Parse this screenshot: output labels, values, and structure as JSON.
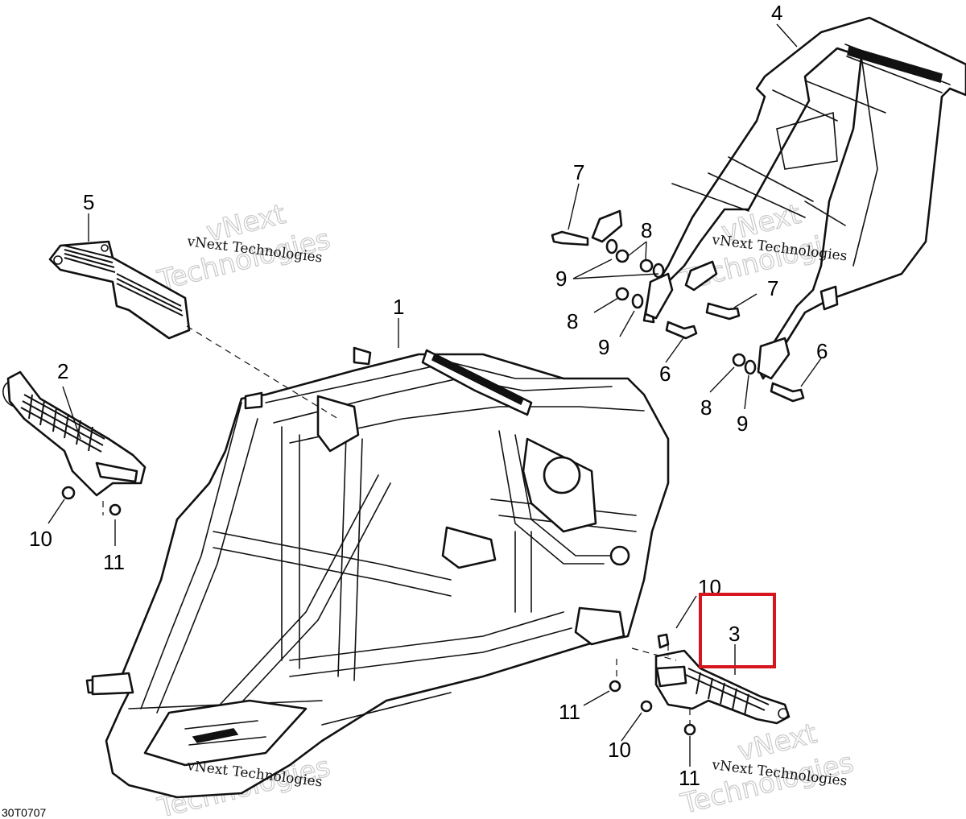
{
  "callouts": [
    {
      "id": "1",
      "label": "1"
    },
    {
      "id": "2",
      "label": "2"
    },
    {
      "id": "3",
      "label": "3"
    },
    {
      "id": "4",
      "label": "4"
    },
    {
      "id": "5",
      "label": "5"
    },
    {
      "id": "6a",
      "label": "6"
    },
    {
      "id": "6b",
      "label": "6"
    },
    {
      "id": "7a",
      "label": "7"
    },
    {
      "id": "7b",
      "label": "7"
    },
    {
      "id": "8a",
      "label": "8"
    },
    {
      "id": "8b",
      "label": "8"
    },
    {
      "id": "8c",
      "label": "8"
    },
    {
      "id": "9a",
      "label": "9"
    },
    {
      "id": "9b",
      "label": "9"
    },
    {
      "id": "9c",
      "label": "9"
    },
    {
      "id": "10a",
      "label": "10"
    },
    {
      "id": "10b",
      "label": "10"
    },
    {
      "id": "10c",
      "label": "10"
    },
    {
      "id": "11a",
      "label": "11"
    },
    {
      "id": "11b",
      "label": "11"
    },
    {
      "id": "11c",
      "label": "11"
    }
  ],
  "watermark": {
    "small": "vNext Technologies",
    "big_line1": "vNext",
    "big_line2": "Technologies"
  },
  "drawing_code": "30T0707",
  "highlight_color": "#d6161e"
}
